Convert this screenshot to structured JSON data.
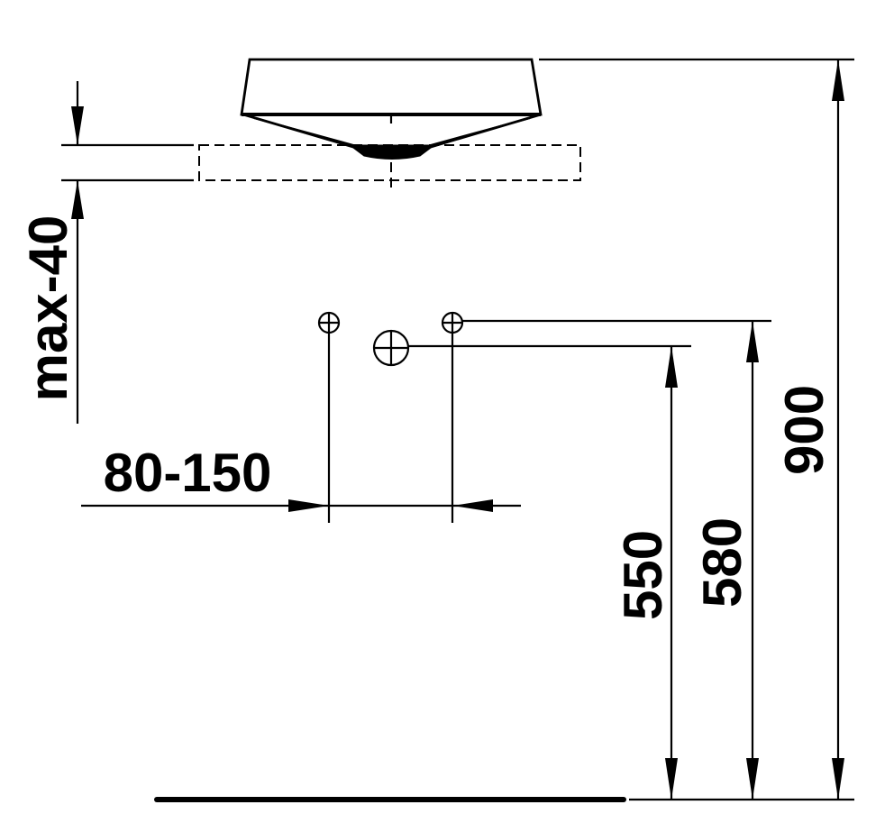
{
  "diagram": {
    "dimensions": {
      "countertop_gap": "max-40",
      "tap_spacing": "80-150",
      "drain_height": "550",
      "tap_height": "580",
      "basin_top_height": "900"
    },
    "colors": {
      "line": "#000000",
      "background": "#ffffff"
    }
  }
}
